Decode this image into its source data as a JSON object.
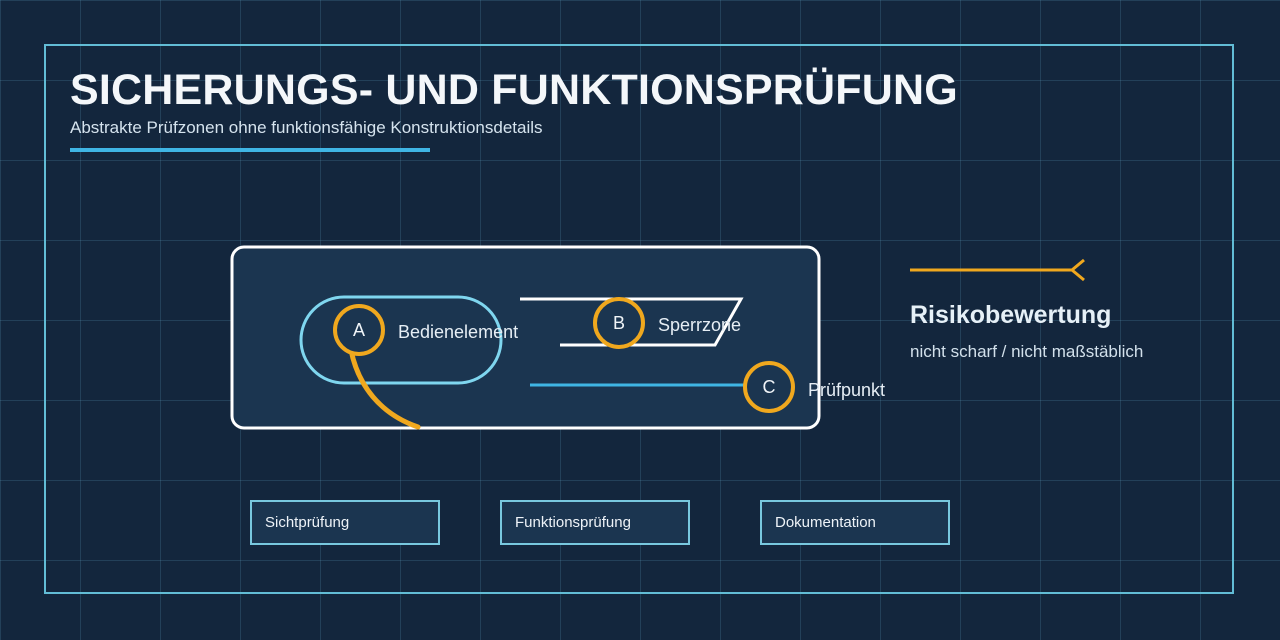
{
  "header": {
    "title": "SICHERUNGS- UND FUNKTIONSPRÜFUNG",
    "subtitle": "Abstrakte Prüfzonen ohne funktionsfähige Konstruktionsdetails"
  },
  "diagram": {
    "nodes": [
      {
        "letter": "A",
        "label": "Bedienelement"
      },
      {
        "letter": "B",
        "label": "Sperrzone"
      },
      {
        "letter": "C",
        "label": "Prüfpunkt"
      }
    ]
  },
  "risk": {
    "title": "Risikobewertung",
    "note": "nicht scharf / nicht maßstäblich"
  },
  "steps": [
    {
      "label": "Sichtprüfung"
    },
    {
      "label": "Funktionsprüfung"
    },
    {
      "label": "Dokumentation"
    }
  ],
  "colors": {
    "background": "#13263d",
    "grid": "#4f84a0",
    "frame": "#62bcd6",
    "accent_orange": "#f0a81e",
    "accent_blue": "#3fb5e4",
    "pill_blue": "#7fd6ef",
    "panel_border": "#ffffff",
    "panel_fill": "#1b3550"
  }
}
